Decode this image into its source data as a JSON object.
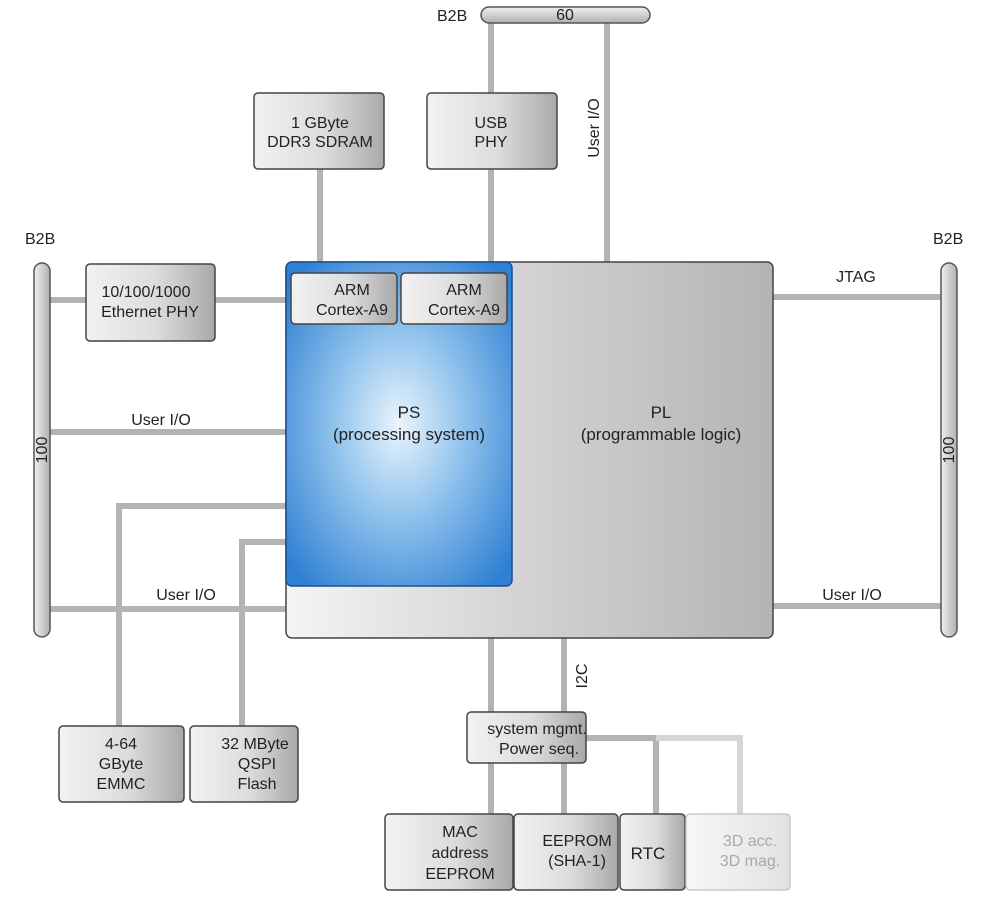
{
  "connectors": {
    "top": {
      "label": "B2B",
      "pins": "60"
    },
    "left": {
      "label": "B2B",
      "pins": "100"
    },
    "right": {
      "label": "B2B",
      "pins": "100"
    }
  },
  "blocks": {
    "ddr": [
      "1 GByte",
      "DDR3 SDRAM"
    ],
    "usb": [
      "USB",
      "PHY"
    ],
    "ethernet": [
      "10/100/1000",
      "Ethernet PHY"
    ],
    "arm1": [
      "ARM",
      "Cortex-A9"
    ],
    "arm2": [
      "ARM",
      "Cortex-A9"
    ],
    "ps": [
      "PS",
      "(processing system)"
    ],
    "pl": [
      "PL",
      "(programmable logic)"
    ],
    "emmc": [
      "4-64",
      "GByte",
      "EMMC"
    ],
    "qspi": [
      "32 MByte",
      "QSPI",
      "Flash"
    ],
    "sysmgmt": [
      "system mgmt.",
      "Power seq."
    ],
    "mac": [
      "MAC",
      "address",
      "EEPROM"
    ],
    "eeprom": [
      "EEPROM",
      "(SHA-1)"
    ],
    "rtc": "RTC",
    "sensor": [
      "3D acc.",
      "3D mag."
    ]
  },
  "signals": {
    "user_io_top": "User I/O",
    "user_io_left1": "User I/O",
    "user_io_left2": "User I/O",
    "user_io_right": "User I/O",
    "jtag": "JTAG",
    "i2c": "I2C"
  },
  "colors": {
    "wire": "#b3b3b3",
    "ps_blue": "#2f7fd3",
    "ps_highlight": "#eaf4fc",
    "pl_gray": "#c4c4c4"
  }
}
